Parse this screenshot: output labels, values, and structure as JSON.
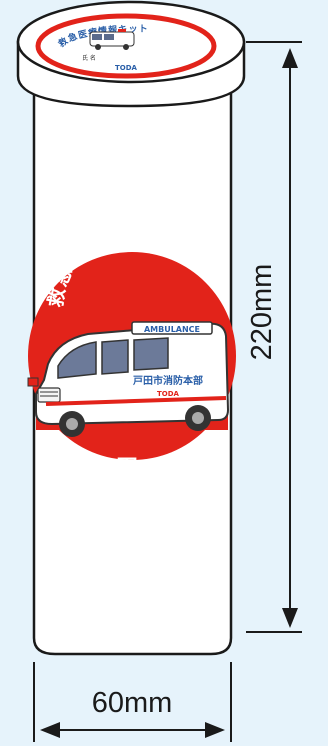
{
  "diagram": {
    "height_dimension": "220mm",
    "width_dimension": "60mm"
  },
  "label": {
    "arc_text": "救急医療情報キット",
    "vehicle_text": "AMBULANCE",
    "department_text": "戸田市消防本部",
    "logo_text": "TODA",
    "city_text": "戸田市",
    "colors": {
      "red": "#e2231a",
      "white": "#ffffff",
      "blue": "#2a5fa8"
    }
  },
  "lid": {
    "arc_text": "救急医療情報キット",
    "name_text": "氏 名",
    "logo_text": "TODA"
  },
  "colors": {
    "background": "#e6f3fb",
    "outline": "#1a1a1a",
    "container": "#ffffff"
  }
}
